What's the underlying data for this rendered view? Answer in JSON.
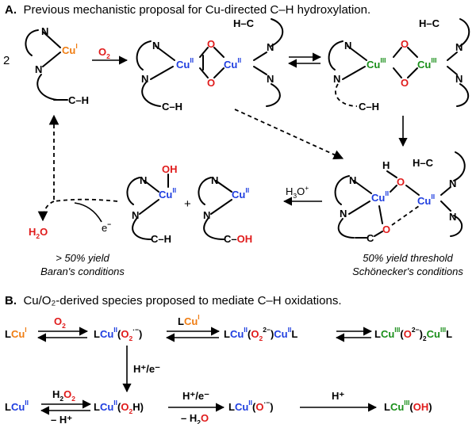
{
  "section_a": {
    "letter": "A.",
    "title": "Previous mechanistic proposal for Cu-directed C–H hydroxylation."
  },
  "section_b": {
    "letter": "B.",
    "title": "Cu/O₂-derived species proposed to mediate C–H oxidations."
  },
  "atoms": {
    "N": "N",
    "Cu": "Cu",
    "O": "O",
    "H": "H",
    "C": "C",
    "L": "L"
  },
  "charges": {
    "I": "I",
    "II": "II",
    "III": "III",
    "minus": "−",
    "plus": "+",
    "superoxo": "·−",
    "peroxo": "2−",
    "oxo": "2−",
    "two": "2"
  },
  "labels": {
    "coefficient": "2",
    "o2": "O",
    "c_h": "C–H",
    "h_c": "H–C",
    "c_oh": "C–OH",
    "h2o": "H",
    "electron": "e",
    "h3o": "H",
    "hplus_e": "H⁺/e⁻",
    "h2o2": "H",
    "minus_hplus": "– H⁺",
    "minus_h2o": "– H",
    "hplus": "H⁺",
    "oh": "OH"
  },
  "notes": {
    "baran_yield": "> 50% yield",
    "baran_conditions": "Baran's conditions",
    "schon_yield": "50% yield threshold",
    "schon_conditions": "Schönecker's conditions"
  },
  "colors": {
    "cu_I": "#f07d12",
    "cu_II": "#1f3ee0",
    "cu_III": "#1a8f1a",
    "oxygen": "#e01b1b",
    "text": "#000000"
  }
}
